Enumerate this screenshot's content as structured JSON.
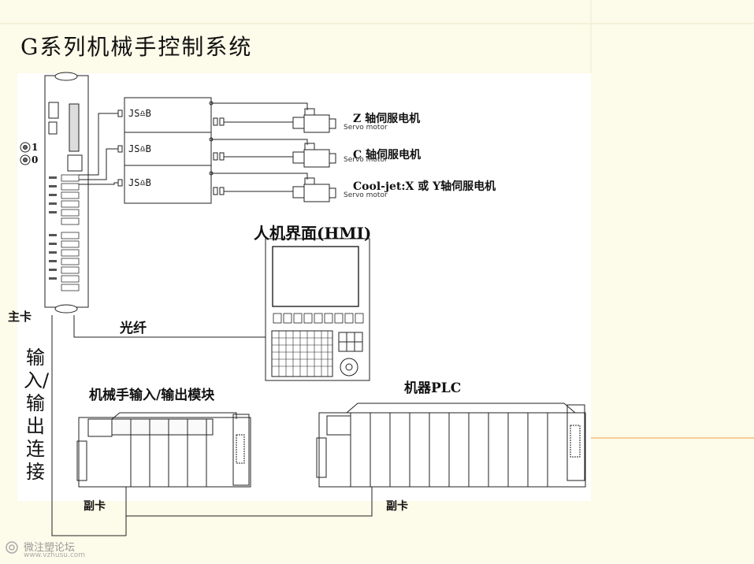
{
  "title": "G系列机械手控制系统",
  "labels": {
    "main_card": "主卡",
    "fiber": "光纤",
    "io_connection": "输入/输出连接",
    "robot_io_module": "机械手输入/输出模块",
    "machine_plc": "机器PLC",
    "sub_card_left": "副卡",
    "sub_card_right": "副卡",
    "hmi": "人机界面(HMI)",
    "knob_1": "1",
    "knob_0": "0"
  },
  "drives": [
    {
      "code": "JS♎B",
      "motor_label": "Z 轴伺服电机",
      "motor_sub": "Servo motor"
    },
    {
      "code": "JS♎B",
      "motor_label": "C 轴伺服电机",
      "motor_sub": "Servo motor"
    },
    {
      "code": "JS♎B",
      "motor_label": "Cool-jet:X 或 Y轴伺服电机",
      "motor_sub": "Servo motor"
    }
  ],
  "watermark": {
    "text": "微注塑论坛",
    "url": "www.vzhusu.com"
  },
  "colors": {
    "background": "#fdfbe9",
    "panel": "#ffffff",
    "stroke": "#222222",
    "accent_line": "#f2b36b"
  }
}
